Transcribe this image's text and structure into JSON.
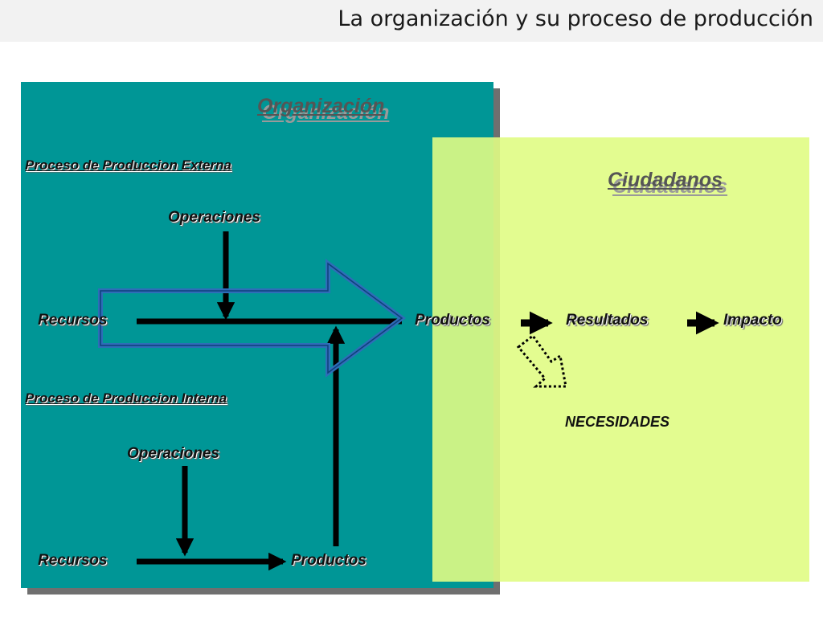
{
  "slide": {
    "title": "La organización y su proceso de producción"
  },
  "organization": {
    "heading": "Organización",
    "external_process": {
      "label": "Proceso de Produccion Externa",
      "operations": "Operaciones",
      "resources": "Recursos",
      "products": "Productos"
    },
    "internal_process": {
      "label": "Proceso de Produccion Interna",
      "operations": "Operaciones",
      "resources": "Recursos",
      "products": "Productos"
    }
  },
  "citizens": {
    "heading": "Ciudadanos",
    "results": "Resultados",
    "impact": "Impacto",
    "needs": "NECESIDADES"
  },
  "colors": {
    "organization_fill": "#009696",
    "citizens_fill": "#e0fc84",
    "overlap_fill": "#66cc66",
    "big_arrow_outline": "#2e6db8"
  },
  "icons": {
    "big_arrow": "hollow-right-arrow-icon",
    "needs_arrow": "dotted-down-arrow-icon"
  }
}
